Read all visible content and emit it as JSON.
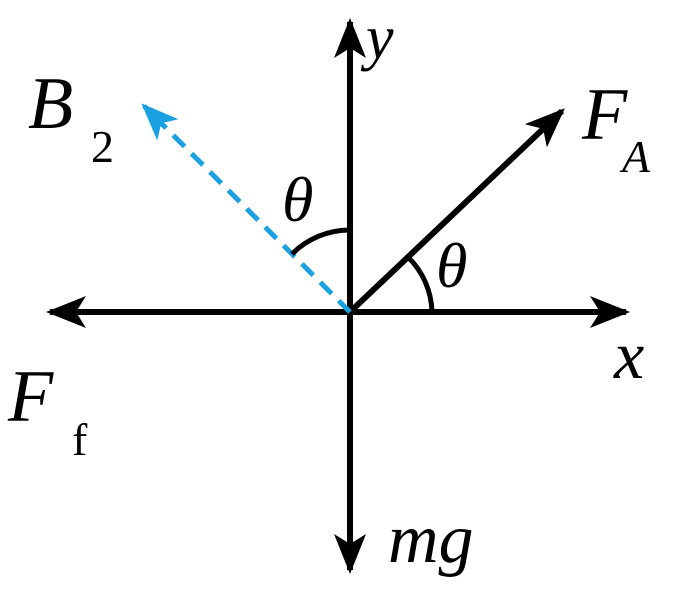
{
  "colors": {
    "ink": "#000000",
    "field_vector": "#1ba1e2",
    "background": "#ffffff"
  },
  "labels": {
    "y_axis": "y",
    "x_axis": "x",
    "force_a": "F",
    "force_a_sub": "A",
    "force_f": "F",
    "force_f_sub": "f",
    "field": "B",
    "field_sub": "2",
    "weight": "mg",
    "angle_upper": "θ",
    "angle_right": "θ"
  }
}
